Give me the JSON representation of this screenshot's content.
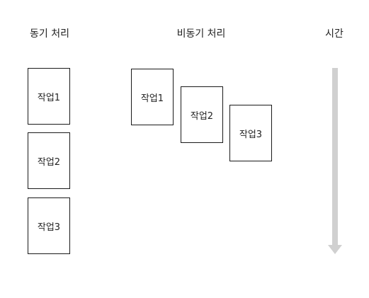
{
  "headings": {
    "sync": "동기 처리",
    "async": "비동기 처리",
    "time": "시간"
  },
  "sync_tasks": [
    "작업1",
    "작업2",
    "작업3"
  ],
  "async_tasks": [
    "작업1",
    "작업2",
    "작업3"
  ],
  "colors": {
    "box_border": "#1a1a1a",
    "arrow": "#d0d0d0"
  },
  "icons": {
    "time_arrow": "arrow-down-icon"
  }
}
